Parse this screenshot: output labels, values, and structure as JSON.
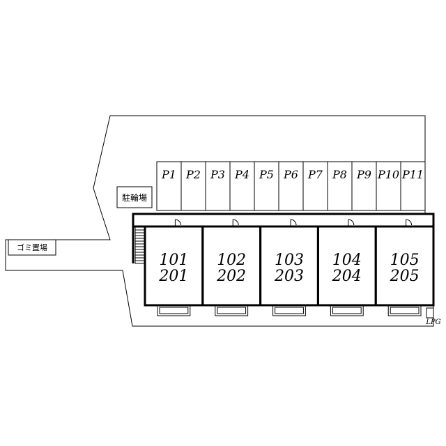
{
  "colors": {
    "line": "#000000",
    "background": "#ffffff"
  },
  "labels": {
    "bicycle_parking": "駐輪場",
    "garbage_area": "ゴミ置場",
    "lpg": "LPG"
  },
  "parking_spaces": [
    "P1",
    "P2",
    "P3",
    "P4",
    "P5",
    "P6",
    "P7",
    "P8",
    "P9",
    "P10",
    "P11"
  ],
  "units": [
    {
      "upper": "101",
      "lower": "201"
    },
    {
      "upper": "102",
      "lower": "202"
    },
    {
      "upper": "103",
      "lower": "203"
    },
    {
      "upper": "104",
      "lower": "204"
    },
    {
      "upper": "105",
      "lower": "205"
    }
  ]
}
